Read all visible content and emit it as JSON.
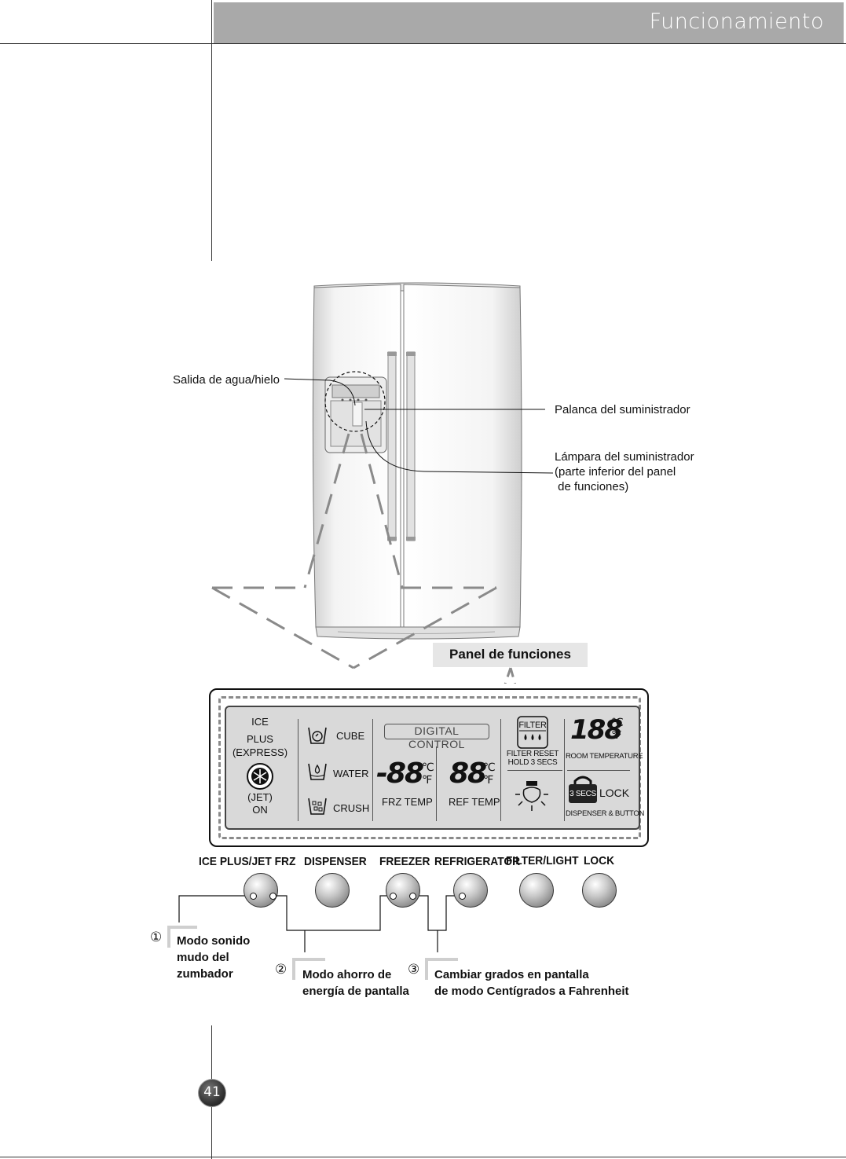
{
  "header": {
    "title": "Funcionamiento"
  },
  "fridge": {
    "label_outlet": "Salida de agua/hielo",
    "label_lever": "Palanca del suministrador",
    "label_lamp_lines": [
      "Lámpara del suministrador",
      "(parte inferior del panel",
      " de funciones)"
    ]
  },
  "panel": {
    "title": "Panel de funciones",
    "ice_plus": {
      "line1": "ICE",
      "line2": "PLUS",
      "line3": "(EXPRESS)",
      "line4": "(JET)",
      "line5": "ON"
    },
    "dispenser": {
      "cube": "CUBE",
      "water": "WATER",
      "crush": "CRUSH"
    },
    "digital_control": "DIGITAL CONTROL",
    "frz_display": "-88",
    "ref_display": "88",
    "celsius": "℃",
    "fahrenheit": "℉",
    "frz_temp": "FRZ TEMP",
    "ref_temp": "REF TEMP",
    "filter": {
      "label": "FILTER",
      "reset_line1": "FILTER RESET",
      "reset_line2": "HOLD 3 SECS"
    },
    "room_display": "188",
    "room_temperature": "ROOM TEMPERATURE",
    "lock": {
      "secs": "3 SECS",
      "label": "LOCK",
      "sub": "DISPENSER & BUTTON"
    }
  },
  "buttons": [
    {
      "label": "ICE PLUS/JET FRZ"
    },
    {
      "label": "DISPENSER"
    },
    {
      "label": "FREEZER"
    },
    {
      "label": "REFRIGERATOR"
    },
    {
      "label": "FILTER/LIGHT"
    },
    {
      "label": "LOCK"
    }
  ],
  "notes": [
    {
      "number": "①",
      "lines": [
        "Modo sonido",
        "mudo del",
        "zumbador"
      ]
    },
    {
      "number": "②",
      "lines": [
        "Modo ahorro de",
        "energía de pantalla"
      ]
    },
    {
      "number": "③",
      "lines": [
        "Cambiar grados en pantalla",
        "de modo Centígrados a Fahrenheit"
      ]
    }
  ],
  "page_number": "41"
}
